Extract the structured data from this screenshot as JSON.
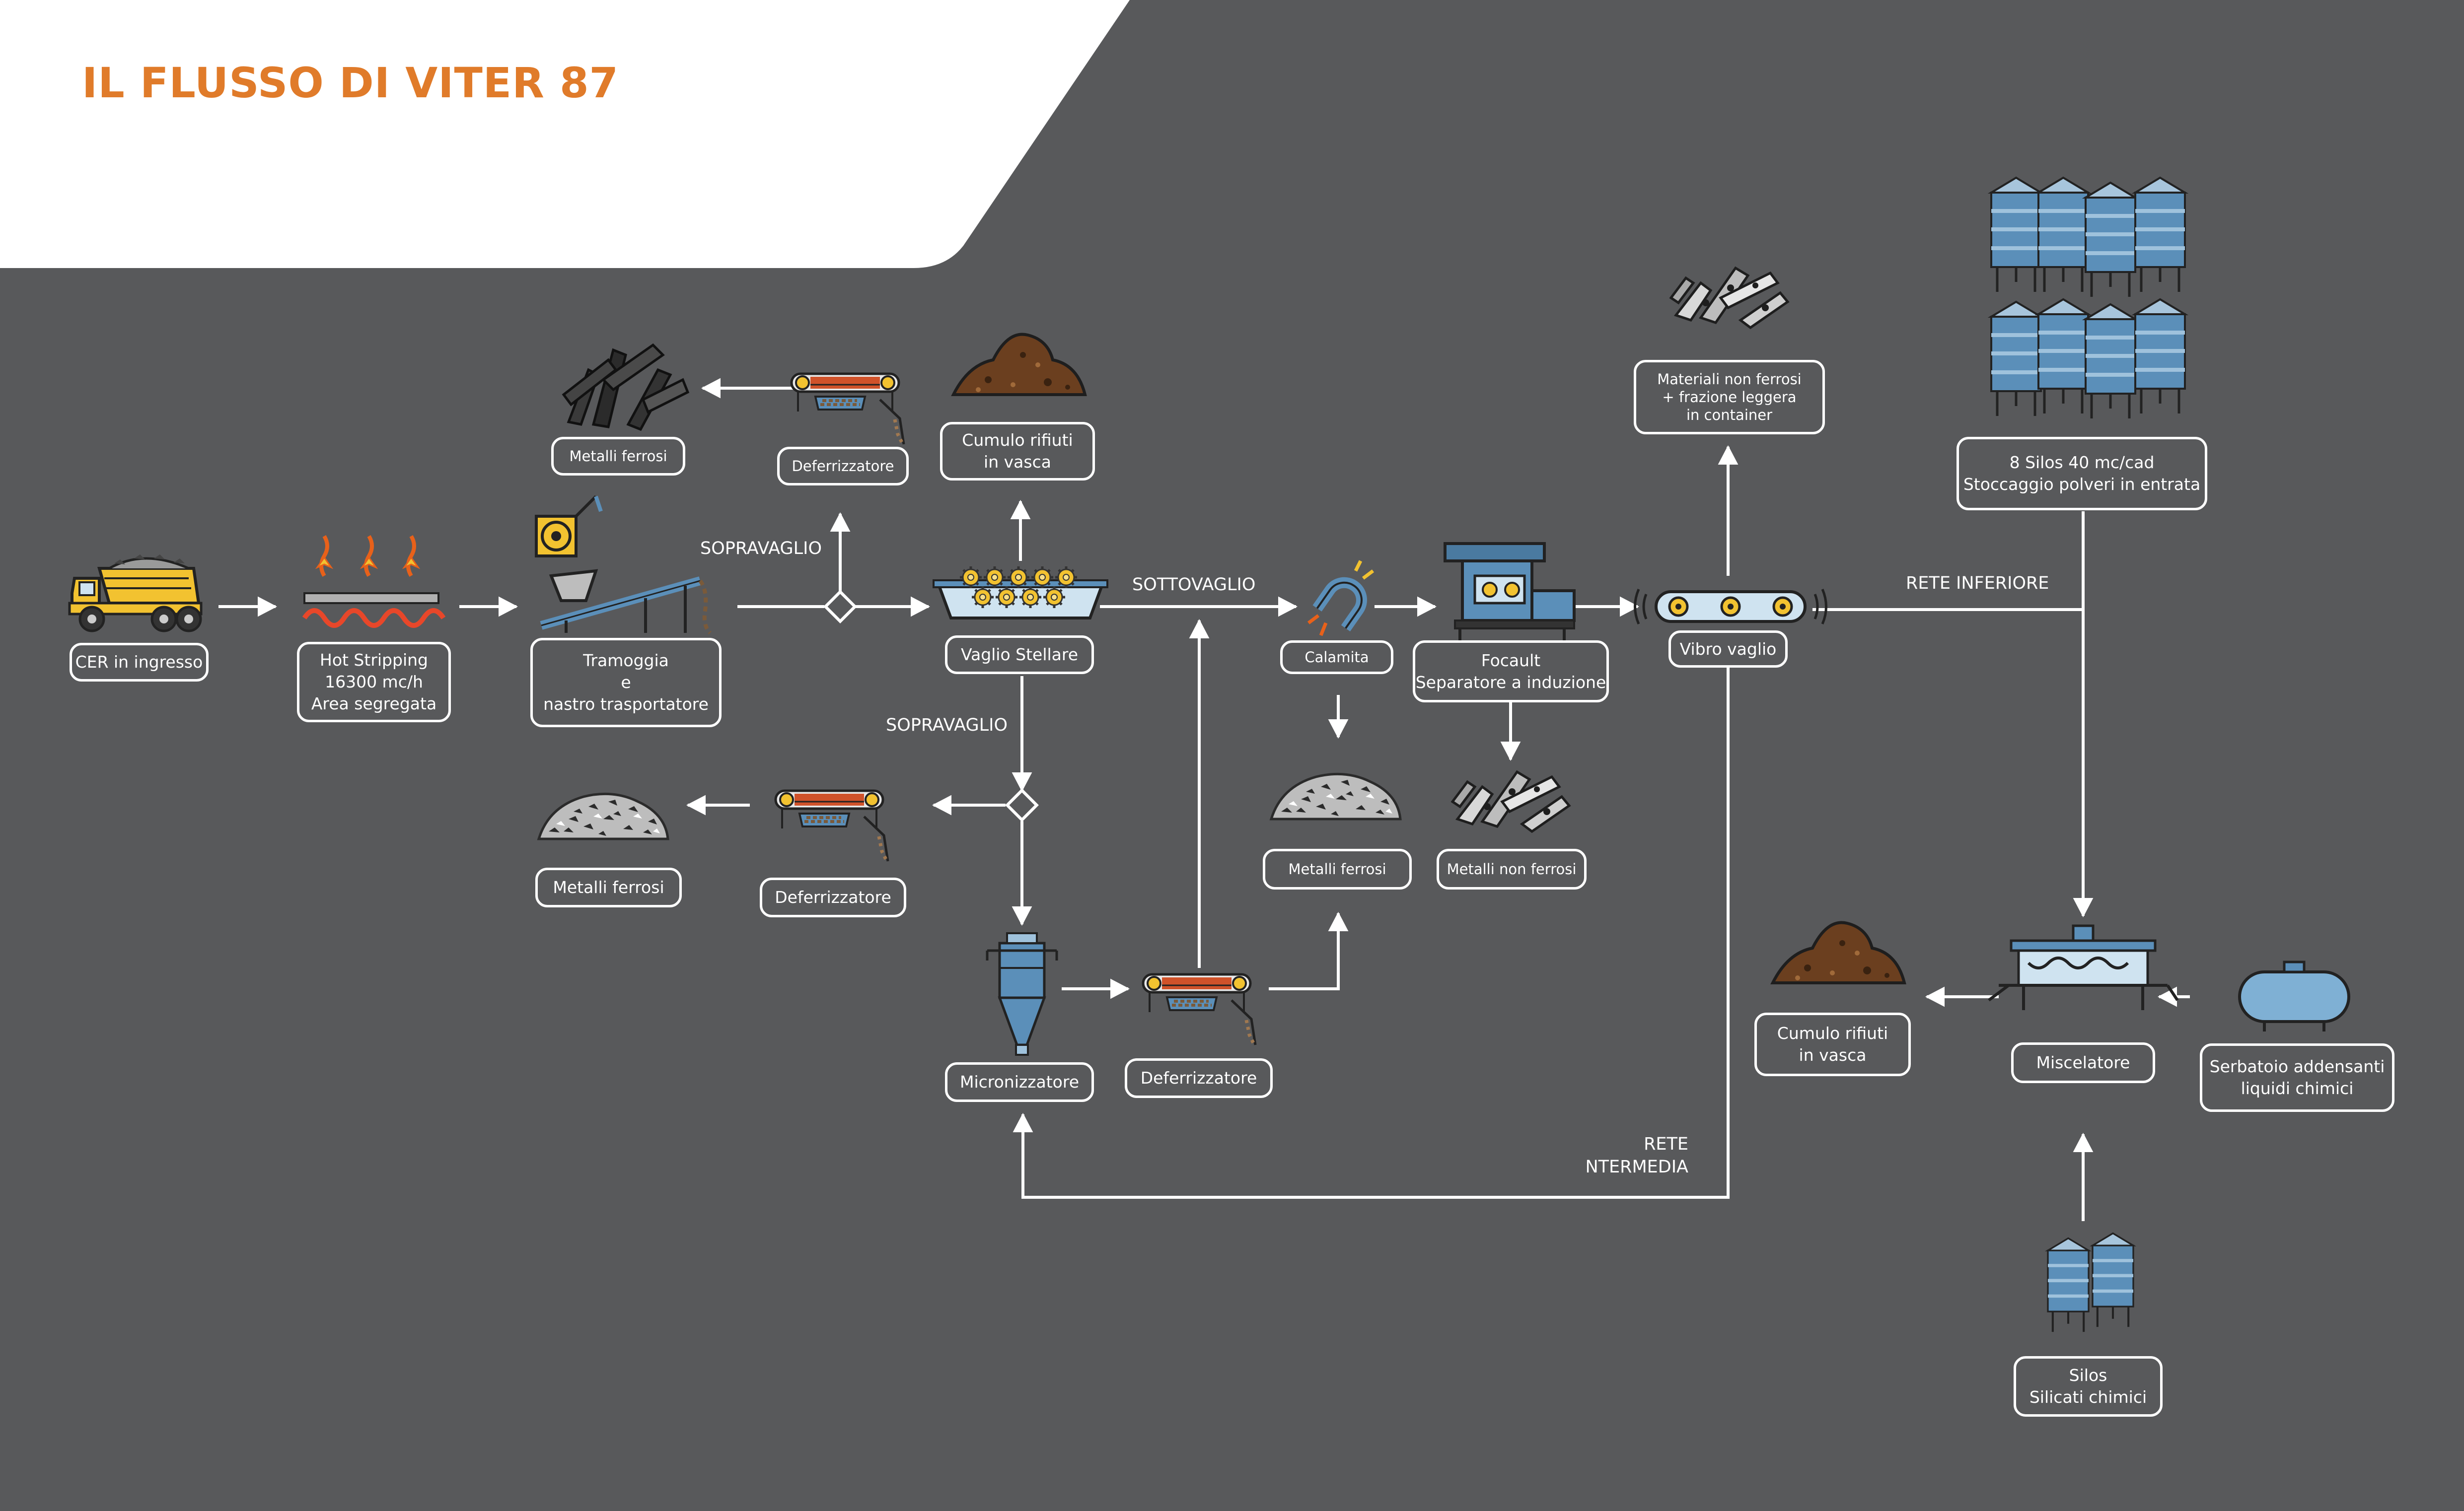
{
  "header": {
    "title": "IL FLUSSO DI VITER 87"
  },
  "colors": {
    "background": "#58595b",
    "title": "#e07b2a",
    "line": "#ffffff",
    "accent_blue": "#5b8fb9",
    "accent_yellow": "#f2c230"
  },
  "icons": {
    "truck": "dump-truck-icon",
    "heater": "heat-waves-icon",
    "hopper": "hopper-conveyor-icon",
    "screen": "star-screen-icon",
    "separator": "magnetic-separator-icon",
    "magnet": "magnet-icon",
    "eddy": "eddy-current-separator-icon",
    "vibro": "vibrating-screen-icon",
    "silo": "silo-icon",
    "mixer": "mixer-icon",
    "tank": "tank-icon",
    "micronizer": "micronizer-icon"
  },
  "nodes": {
    "cer": "CER in ingresso",
    "hot_stripping": [
      "Hot Stripping",
      "16300 mc/h",
      "Area segregata"
    ],
    "tramoggia": [
      "Tramoggia",
      "e",
      "nastro trasportatore"
    ],
    "vaglio": "Vaglio Stellare",
    "cumulo_top": [
      "Cumulo rifiuti",
      "in vasca"
    ],
    "deferr_top": "Deferrizzatore",
    "metalli_ferrosi_top": "Metalli ferrosi",
    "deferr_mid": "Deferrizzatore",
    "metalli_ferrosi_mid": "Metalli ferrosi",
    "micronizzatore": "Micronizzatore",
    "deferr_bottom": "Deferrizzatore",
    "calamita": "Calamita",
    "metalli_ferrosi_right": "Metalli ferrosi",
    "focault": [
      "Focault",
      "Separatore a induzione"
    ],
    "metalli_non_ferrosi": "Metalli non ferrosi",
    "vibro": "Vibro vaglio",
    "container": [
      "Materiali non ferrosi",
      "+ frazione leggera",
      "in container"
    ],
    "silos8": [
      "8 Silos 40 mc/cad",
      "Stoccaggio polveri in entrata"
    ],
    "miscelatore": "Miscelatore",
    "cumulo_bottom": [
      "Cumulo rifiuti",
      "in vasca"
    ],
    "serbatoio": [
      "Serbatoio addensanti",
      "liquidi chimici"
    ],
    "silos_silicati": [
      "Silos",
      "Silicati chimici"
    ]
  },
  "flow_labels": {
    "sopravaglio_top": "SOPRAVAGLIO",
    "sottovaglio": "SOTTOVAGLIO",
    "sopravaglio_mid": "SOPRAVAGLIO",
    "rete_inferiore": "RETE INFERIORE",
    "rete_intermedia": [
      "RETE",
      "NTERMEDIA"
    ]
  }
}
